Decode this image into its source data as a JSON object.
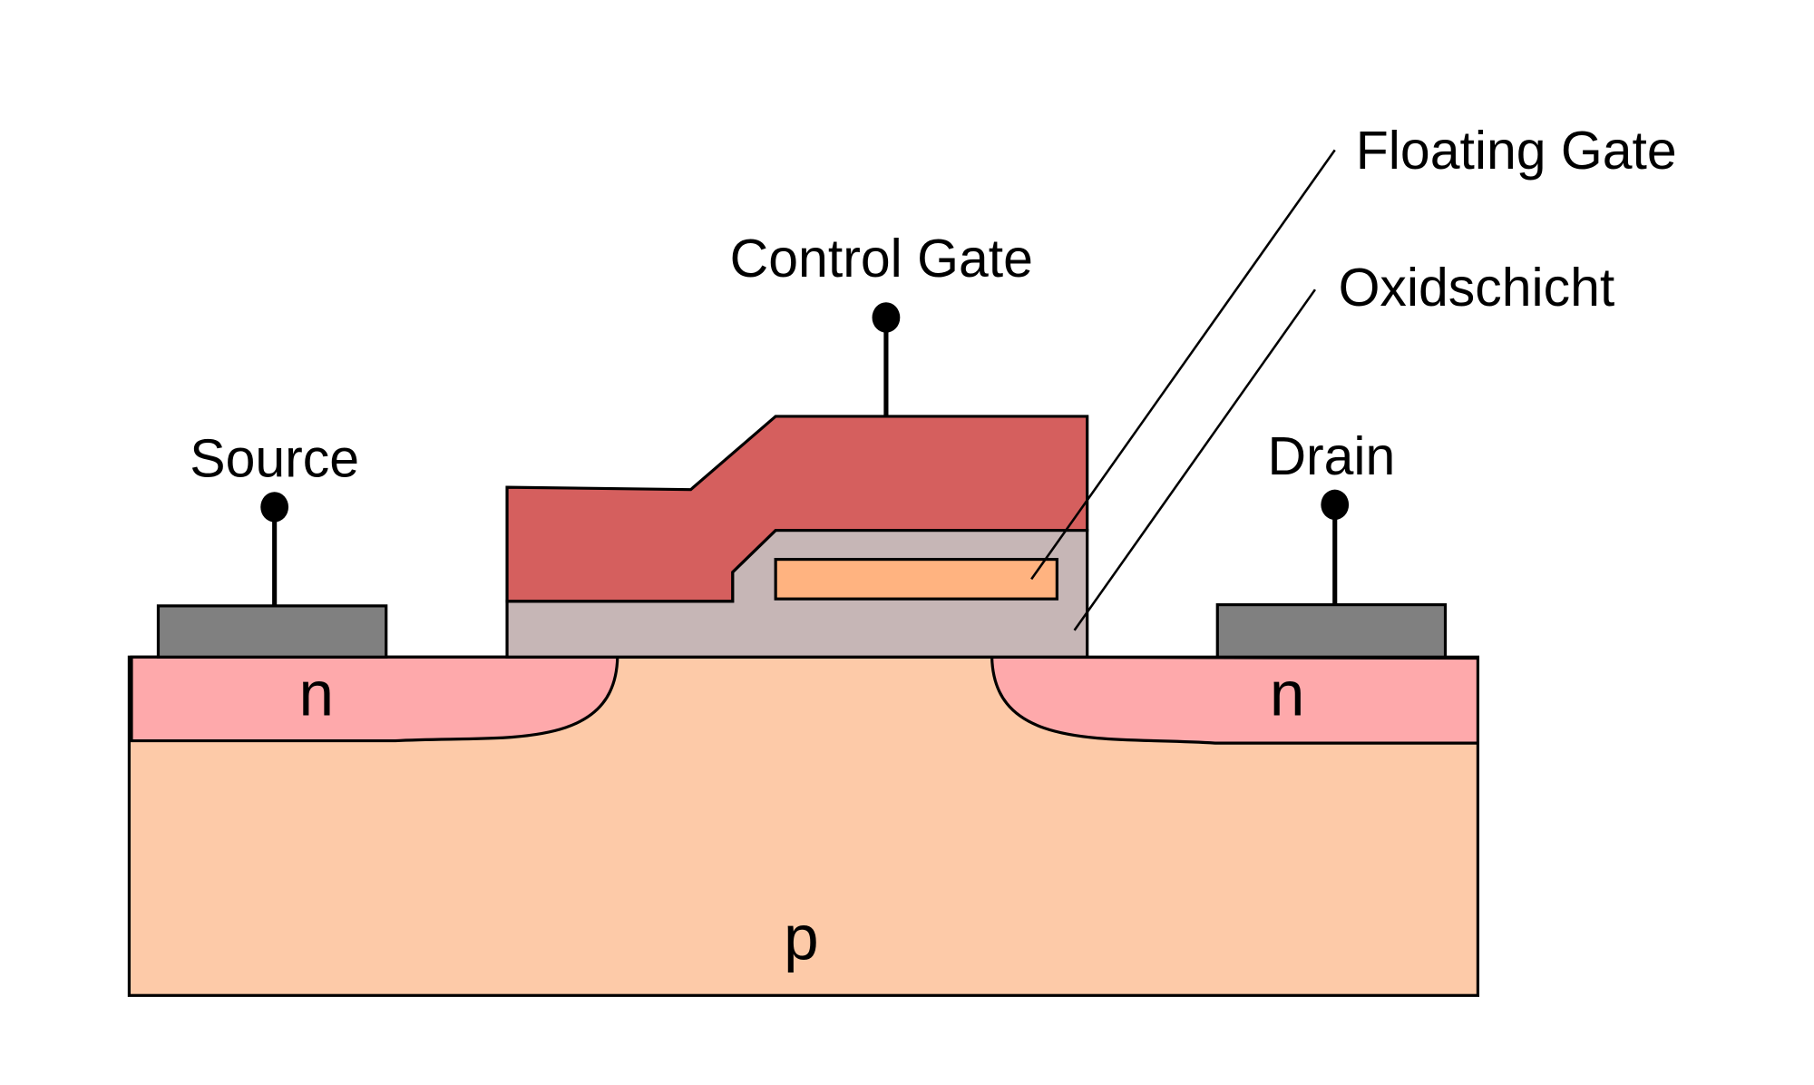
{
  "labels": {
    "floating_gate": "Floating Gate",
    "oxide_layer": "Oxidschicht",
    "control_gate": "Control Gate",
    "source": "Source",
    "drain": "Drain",
    "n_left": "n",
    "n_right": "n",
    "p_substrate": "p"
  },
  "colors": {
    "substrate_p": "#fdcaa8",
    "n_region": "#fea9ab",
    "contact": "#808080",
    "oxide": "#c6b6b6",
    "control_gate": "#d55f5e",
    "floating_gate": "#ffb380"
  }
}
